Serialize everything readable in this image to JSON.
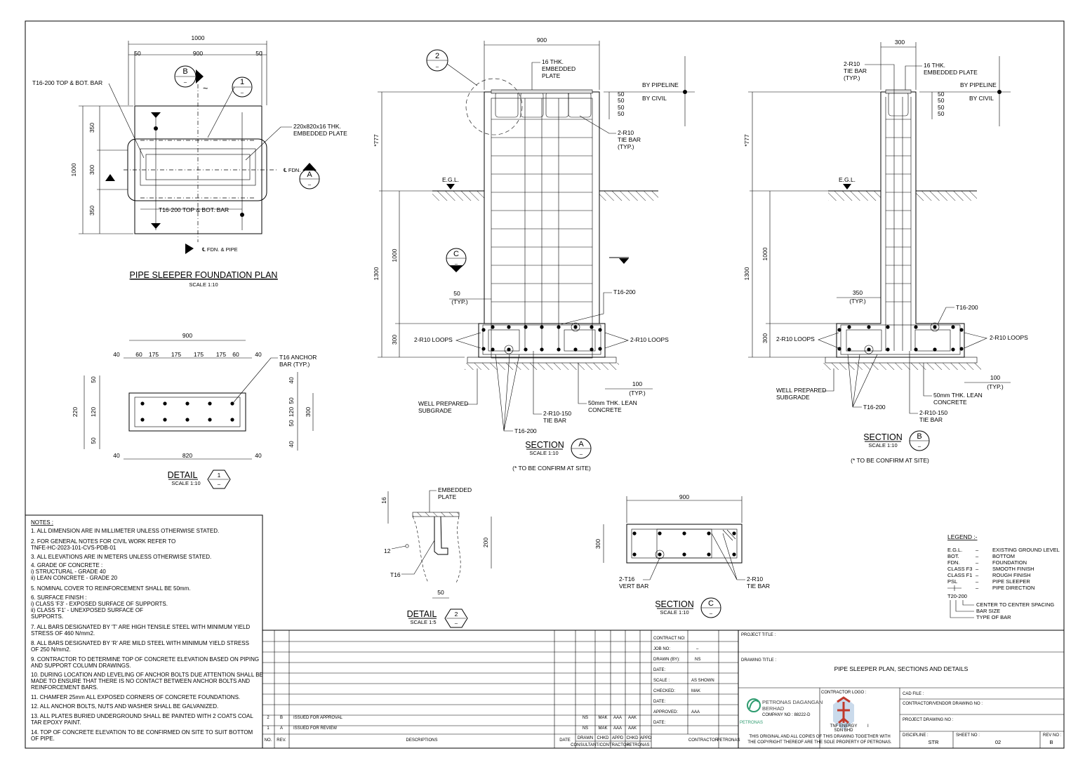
{
  "plan": {
    "title": "PIPE SLEEPER FOUNDATION PLAN",
    "scale": "SCALE   1:10",
    "dims": {
      "overall": "1000",
      "left": "50",
      "mid": "900",
      "right": "50",
      "v_total": "1000",
      "v1": "350",
      "v2": "300",
      "v3": "350"
    },
    "label_top_bar": "T16-200 TOP & BOT. BAR",
    "label_bottom_bar": "T16-200 TOP & BOT. BAR",
    "label_plate": [
      "220x820x16 THK.",
      "EMBEDDED PLATE"
    ],
    "label_fdn": "FDN.",
    "label_fdn_pipe": "FDN. & PIPE",
    "markers": {
      "b": "B",
      "one": "1",
      "a": "A",
      "dash": "–"
    }
  },
  "detail1": {
    "title": "DETAIL",
    "number": "1",
    "scale": "SCALE  1:10",
    "dims_top": [
      "40",
      "60",
      "175",
      "175",
      "175",
      "175",
      "60",
      "40"
    ],
    "dim_900": "900",
    "dim_820": "820",
    "dim_40l": "40",
    "dim_40r": "40",
    "dims_left": [
      "50",
      "120",
      "50"
    ],
    "dim_220": "220",
    "dims_right": [
      "40",
      "50",
      "120",
      "50",
      "40"
    ],
    "dim_300": "300",
    "label_anchor": [
      "T16 ANCHOR",
      "BAR (TYP.)"
    ]
  },
  "sectionA": {
    "title": "SECTION",
    "marker": "A",
    "scale": "SCALE    1:10",
    "note": "(* TO BE CONFIRM AT SITE)",
    "dim_900": "900",
    "dim_777": "*777",
    "dim_1300": "1300",
    "dim_1000": "1000",
    "dim_300": "300",
    "dims_50": [
      "50",
      "50",
      "50",
      "50"
    ],
    "typ50": [
      "50",
      "(TYP.)"
    ],
    "typ100": [
      "100",
      "(TYP.)"
    ],
    "label_plate": [
      "16 THK.",
      "EMBEDDED",
      "PLATE"
    ],
    "label_tie": [
      "2-R10",
      "TIE BAR",
      "(TYP.)"
    ],
    "by_pipeline": "BY PIPELINE",
    "by_civil": "BY CIVIL",
    "egl": "E.G.L.",
    "t16_200": "T16-200",
    "loops_l": "2-R10 LOOPS",
    "loops_r": "2-R10 LOOPS",
    "subgrade": [
      "WELL PREPARED",
      "SUBGRADE"
    ],
    "lean": [
      "50mm THK. LEAN",
      "CONCRETE"
    ],
    "tie150": [
      "2-R10-150",
      "TIE BAR"
    ],
    "t16_bottom": "T16-200",
    "marker2": "2",
    "markerC": "C"
  },
  "sectionB": {
    "title": "SECTION",
    "marker": "B",
    "scale": "SCALE    1:10",
    "note": "(* TO BE CONFIRM AT SITE)",
    "dim_300": "300",
    "dim_777": "*777",
    "dim_1300": "1300",
    "dim_1000": "1000",
    "dim_300v": "300",
    "dims_50": [
      "50",
      "50",
      "50",
      "50"
    ],
    "typ350": [
      "350",
      "(TYP.)"
    ],
    "typ100": [
      "100",
      "(TYP.)"
    ],
    "label_tie": [
      "2-R10",
      "TIE BAR",
      "(TYP.)"
    ],
    "label_plate": [
      "16 THK.",
      "EMBEDDED PLATE"
    ],
    "by_pipeline": "BY PIPELINE",
    "by_civil": "BY CIVIL",
    "egl": "E.G.L.",
    "t16_200": "T16-200",
    "loops_l": "2-R10 LOOPS",
    "loops_r": "2-R10 LOOPS",
    "subgrade": [
      "WELL PREPARED",
      "SUBGRADE"
    ],
    "lean": [
      "50mm THK. LEAN",
      "CONCRETE"
    ],
    "tie150": [
      "2-R10-150",
      "TIE BAR"
    ],
    "t16_bottom": "T16-200"
  },
  "detail2": {
    "title": "DETAIL",
    "number": "2",
    "scale": "SCALE 1:5",
    "label_plate": [
      "EMBEDDED",
      "PLATE"
    ],
    "dim_16": "16",
    "dim_200": "200",
    "dim_50": "50",
    "dim_12": "12",
    "t16": "T16"
  },
  "sectionC": {
    "title": "SECTION",
    "marker": "C",
    "scale": "SCALE  1:10",
    "dim_900": "900",
    "dim_300": "300",
    "vert": [
      "2-T16",
      "VERT BAR"
    ],
    "tie": [
      "2-R10",
      "TIE BAR"
    ]
  },
  "legend": {
    "title": "LEGEND :-",
    "items": [
      {
        "abbr": "E.G.L.",
        "desc": "EXISTING GROUND LEVEL"
      },
      {
        "abbr": "BOT.",
        "desc": "BOTTOM"
      },
      {
        "abbr": "FDN.",
        "desc": "FOUNDATION"
      },
      {
        "abbr": "CLASS F3",
        "desc": "SMOOTH FINISH"
      },
      {
        "abbr": "CLASS F1",
        "desc": "ROUGH FINISH"
      },
      {
        "abbr": "PSL",
        "desc": "PIPE SLEEPER"
      },
      {
        "abbr": "",
        "desc": "PIPE DIRECTION"
      }
    ],
    "dash": "–",
    "code": "T20-200",
    "code_items": [
      "CENTER TO CENTER SPACING",
      "BAR SIZE",
      "TYPE OF BAR"
    ]
  },
  "notes": {
    "title": "NOTES :",
    "lines": [
      "1.  ALL DIMENSION ARE IN MILLIMETER UNLESS OTHERWISE STATED.",
      "2.  FOR GENERAL NOTES FOR CIVIL WORK REFER TO",
      "     TNFE-HC-2023-101-CVS-PDB-01",
      "3.  ALL ELEVATIONS ARE IN METERS UNLESS OTHERWISE STATED.",
      "4.  GRADE OF CONCRETE :",
      "     i)  STRUCTURAL  -  GRADE 40",
      "     ii)  LEAN CONCRETE  -  GRADE 20",
      "5.  NOMINAL COVER TO REINFORCEMENT SHALL BE 50mm.",
      "6.  SURFACE FINISH :",
      "     i)  CLASS 'F3'  -  EXPOSED SURFACE OF SUPPORTS.",
      "     ii)  CLASS 'F1'  -  UNEXPOSED SURFACE OF",
      "                              SUPPORTS.",
      "7.  ALL BARS DESIGNATED BY 'T' ARE HIGH TENSILE STEEL WITH MINIMUM YIELD",
      "     STRESS OF 460 N/mm2.",
      "8.  ALL BARS DESIGNATED BY 'R' ARE MILD STEEL WITH MINIMUM YIELD STRESS",
      "     OF 250 N/mm2.",
      "9.  CONTRACTOR TO DETERMINE TOP OF CONCRETE ELEVATION BASED ON PIPING",
      "     AND SUPPORT COLUMN DRAWINGS.",
      "10.  DURING LOCATION AND LEVELING OF ANCHOR BOLTS DUE ATTENTION SHALL BE",
      "       MADE TO ENSURE THAT THERE IS NO CONTACT BETWEEN ANCHOR BOLTS AND",
      "       REINFORCEMENT BARS.",
      "11.  CHAMFER 25mm ALL EXPOSED CORNERS OF CONCRETE FOUNDATIONS.",
      "12.  ALL ANCHOR BOLTS, NUTS AND WASHER SHALL BE GALVANIZED.",
      "13.  ALL PLATES BURIED UNDERGROUND SHALL BE PAINTED WITH 2 COATS COAL",
      "       TAR EPOXY PAINT.",
      "14.  TOP OF CONCRETE ELEVATION TO BE CONFIRMED ON SITE TO SUIT BOTTOM",
      "       OF PIPE."
    ]
  },
  "titleblock": {
    "revisions": [
      {
        "no": "2",
        "rev": "B",
        "desc": "ISSUED FOR APPROVAL",
        "drawn": "NS",
        "chkd": "MAK",
        "appd": "AAA",
        "chkd2": "AAK"
      },
      {
        "no": "1",
        "rev": "A",
        "desc": "ISSUED FOR REVIEW",
        "drawn": "NS",
        "chkd": "MAK",
        "appd": "AAA",
        "chkd2": "AAK"
      }
    ],
    "head": {
      "no": "NO.",
      "rev": "REV.",
      "desc": "DESCRIPTIONS",
      "date": "DATE",
      "drawn": "DRAWN",
      "chkd": "CHKD",
      "appd": "APPD",
      "chkd2": "CHKD",
      "appd2": "APPD",
      "consultant": "CONSULTANT/CONTRACTOR",
      "petronas": "PETRONAS"
    },
    "fields": [
      {
        "label": "CONTRACT NO:",
        "value": ""
      },
      {
        "label": "JOB NO:",
        "value": "–"
      },
      {
        "label": "DRAWN (BY):",
        "value": "NS"
      },
      {
        "label": "DATE:",
        "value": ""
      },
      {
        "label": "SCALE :",
        "value": "AS SHOWN"
      },
      {
        "label": "CHECKED:",
        "value": "MAK"
      },
      {
        "label": "DATE:",
        "value": ""
      },
      {
        "label": "APPROVED:",
        "value": "AAA"
      },
      {
        "label": "DATE:",
        "value": ""
      }
    ],
    "contractor": "CONTRACTOR",
    "petronas": "PETRONAS",
    "project_title": "PROJECT TITLE :",
    "drawing_title_label": "DRAWING TITLE :",
    "drawing_title": "PIPE SLEEPER PLAN, SECTIONS AND DETAILS",
    "company": [
      "PETRONAS DAGANGAN",
      "BERHAD"
    ],
    "company_no": "COMPANY NO : 88222-D",
    "petronas_logo": "PETRONAS",
    "contractor_logo": "CONTRACTOR LOGO :",
    "tnf": [
      "TNF ENERGY",
      "SDN BHD"
    ],
    "tnf_mark": "I",
    "copyright": [
      "THIS ORIGINAL AND ALL COPIES OF THIS DRAWING TOGETHER WITH",
      "THE COPYRIGHT THEREOF ARE THE SOLE PROPERTY OF PETRONAS."
    ],
    "cad_file": "CAD FILE :",
    "vendor_no": "CONTRACTOR/VENDOR DRAWING NO :",
    "project_no": "PROJECT DRAWING NO :",
    "discipline_label": "DISCIPLINE :",
    "discipline": "STR",
    "sheet_label": "SHEET NO :",
    "sheet": "02",
    "rev_label": "REV NO :",
    "rev": "B"
  }
}
